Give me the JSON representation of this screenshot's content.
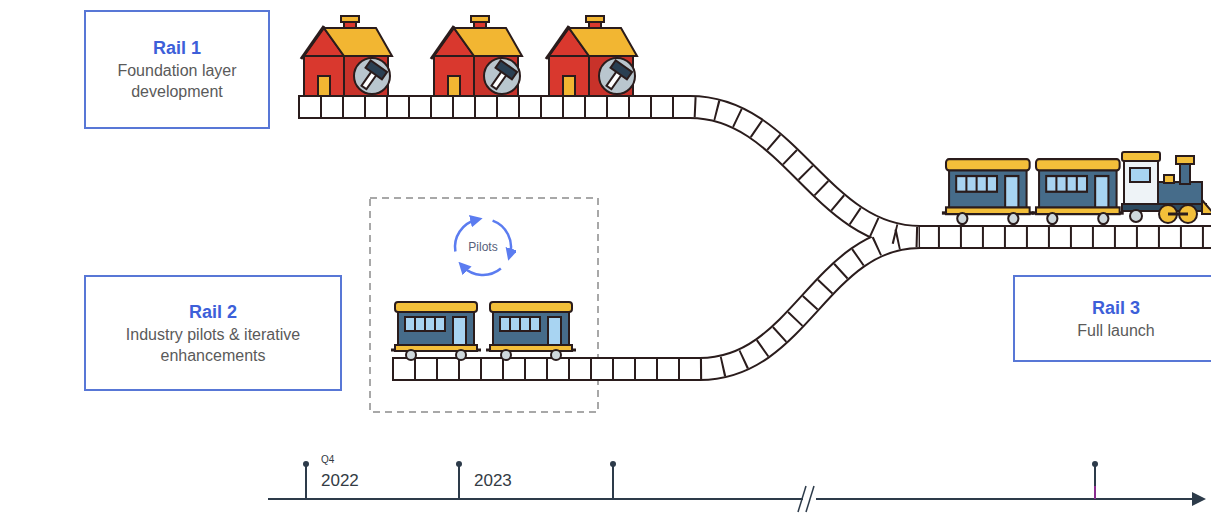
{
  "diagram": {
    "nodes": [
      {
        "text": [
          "Rail 1",
          "Foundation layer development"
        ]
      },
      {
        "text": [
          "Pilots"
        ]
      },
      {
        "text": [
          "Rail 2",
          "Industry pilots & iterative enhancements"
        ]
      },
      {
        "text": [
          "Rail 3",
          "Full launch"
        ]
      }
    ],
    "labels": [
      "Q4",
      "2022",
      "2023"
    ]
  }
}
